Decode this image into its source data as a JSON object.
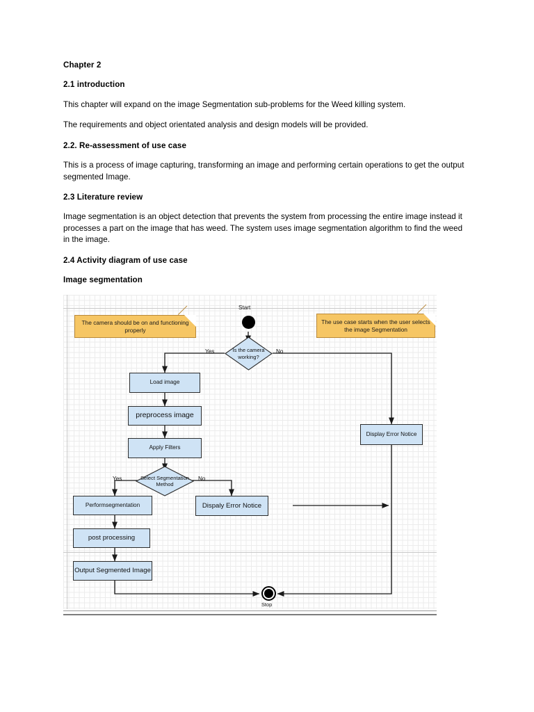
{
  "document": {
    "chapter_heading": "Chapter 2",
    "sections": [
      {
        "heading": "2.1 introduction",
        "paragraphs": [
          "This chapter will expand on the image Segmentation sub-problems for the Weed killing system.",
          "The requirements and object orientated analysis and design models will be provided."
        ]
      },
      {
        "heading": "2.2. Re-assessment of use case",
        "paragraphs": [
          " This is a process of image capturing, transforming an image and performing certain operations to get the output segmented Image."
        ]
      },
      {
        "heading": "2.3 Literature review",
        "paragraphs": [
          "Image segmentation is an object detection that prevents the system from processing the entire image instead it processes a part on the image that has weed. The system uses image segmentation algorithm to find the weed in the image."
        ]
      },
      {
        "heading": "2.4 Activity diagram of use case",
        "paragraphs": []
      }
    ],
    "diagram_title": "Image segmentation"
  },
  "diagram": {
    "start_label": "Start",
    "stop_label": "Stop",
    "notes": [
      {
        "id": "note-camera",
        "text": "The camera should be on and functioning properly"
      },
      {
        "id": "note-usecase",
        "text": "The use case starts when the user selects the image Segmentation"
      }
    ],
    "decisions": [
      {
        "id": "decision-camera",
        "text": "Is the camera working?",
        "yes_label": "Yes",
        "no_label": "No"
      },
      {
        "id": "decision-method",
        "text": "Select Segmentation Method",
        "yes_label": "Yes",
        "no_label": "No"
      }
    ],
    "activities": [
      {
        "id": "load-image",
        "text": "Load image"
      },
      {
        "id": "preprocess-image",
        "text": "preprocess image"
      },
      {
        "id": "apply-filters",
        "text": "Apply Filters"
      },
      {
        "id": "display-error-notice-right",
        "text": "Display Error Notice"
      },
      {
        "id": "dispaly-error-notice-mid",
        "text": "Dispaly Error Notice"
      },
      {
        "id": "perform-segmentation",
        "text": "Performsegmentation"
      },
      {
        "id": "post-processing",
        "text": "post processing"
      },
      {
        "id": "output-segmented-image",
        "text": "Output Segmented Image"
      }
    ],
    "colors": {
      "activity_fill": "#cfe3f5",
      "activity_stroke": "#2b2b2b",
      "note_fill": "#f6c664",
      "note_stroke": "#b9893a",
      "edge_stroke": "#1a1a1a",
      "grid_line": "#ececec"
    }
  }
}
